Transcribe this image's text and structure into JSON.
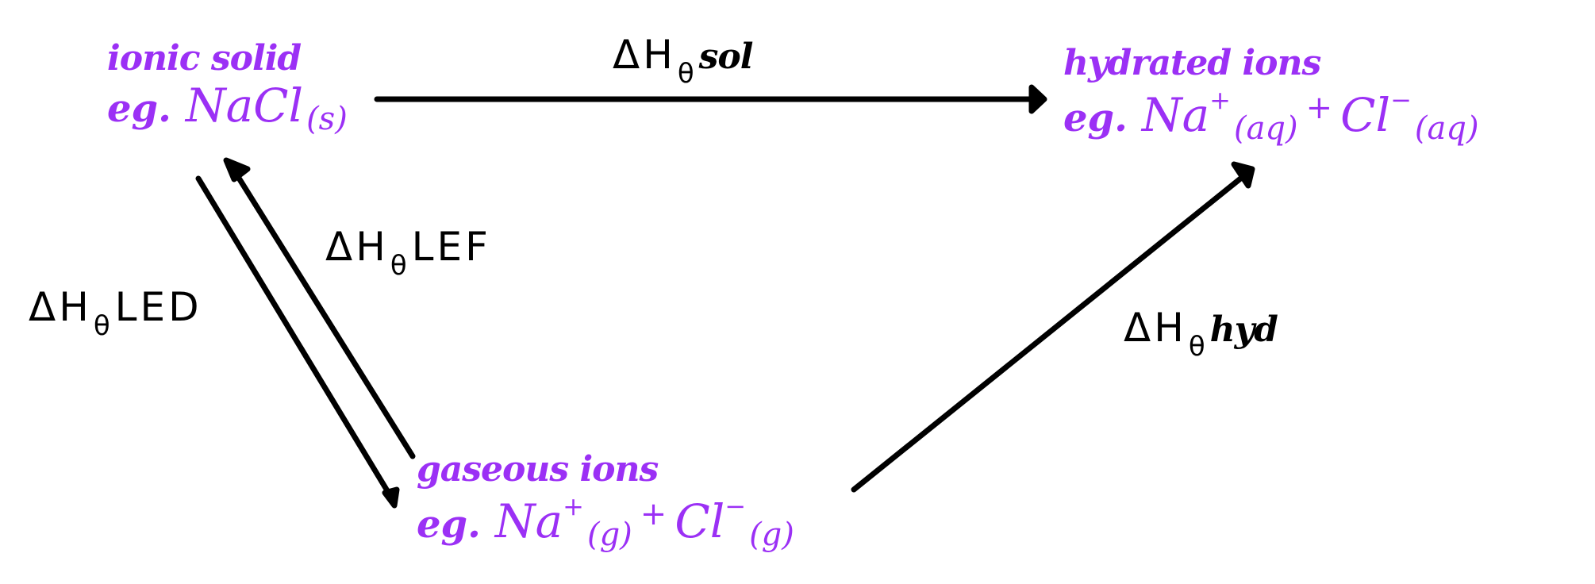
{
  "diagram": {
    "type": "born-haber-hydration-cycle",
    "colors": {
      "species_text": "#9b30f5",
      "arrows_and_labels": "#000000",
      "background": "#ffffff"
    },
    "nodes": {
      "ionic_solid": {
        "title": "ionic solid",
        "eg": "eg.",
        "formula": "NaCl",
        "state": "(s)"
      },
      "hydrated_ions": {
        "title": "hydrated ions",
        "eg": "eg.",
        "cation": "Na",
        "cation_charge": "+",
        "cation_state": "(aq)",
        "plus": "+",
        "anion": "Cl",
        "anion_charge": "−",
        "anion_state": "(aq)"
      },
      "gaseous_ions": {
        "title": "gaseous ions",
        "eg": "eg.",
        "cation": "Na",
        "cation_charge": "+",
        "cation_state": "(g)",
        "plus": "+",
        "anion": "Cl",
        "anion_charge": "−",
        "anion_state": "(g)"
      }
    },
    "edges": {
      "solution": {
        "delta_h": "ΔH",
        "standard_symbol": "θ",
        "subscript": "sol",
        "from": "ionic solid",
        "to": "hydrated ions"
      },
      "lattice_formation": {
        "delta_h": "ΔH",
        "standard_symbol": "θ",
        "subscript": "LEF",
        "from": "gaseous ions",
        "to": "ionic solid"
      },
      "lattice_dissociation": {
        "delta_h": "ΔH",
        "standard_symbol": "θ",
        "subscript": "LED",
        "from": "ionic solid",
        "to": "gaseous ions"
      },
      "hydration": {
        "delta_h": "ΔH",
        "standard_symbol": "θ",
        "subscript": "hyd",
        "from": "gaseous ions",
        "to": "hydrated ions"
      }
    }
  }
}
